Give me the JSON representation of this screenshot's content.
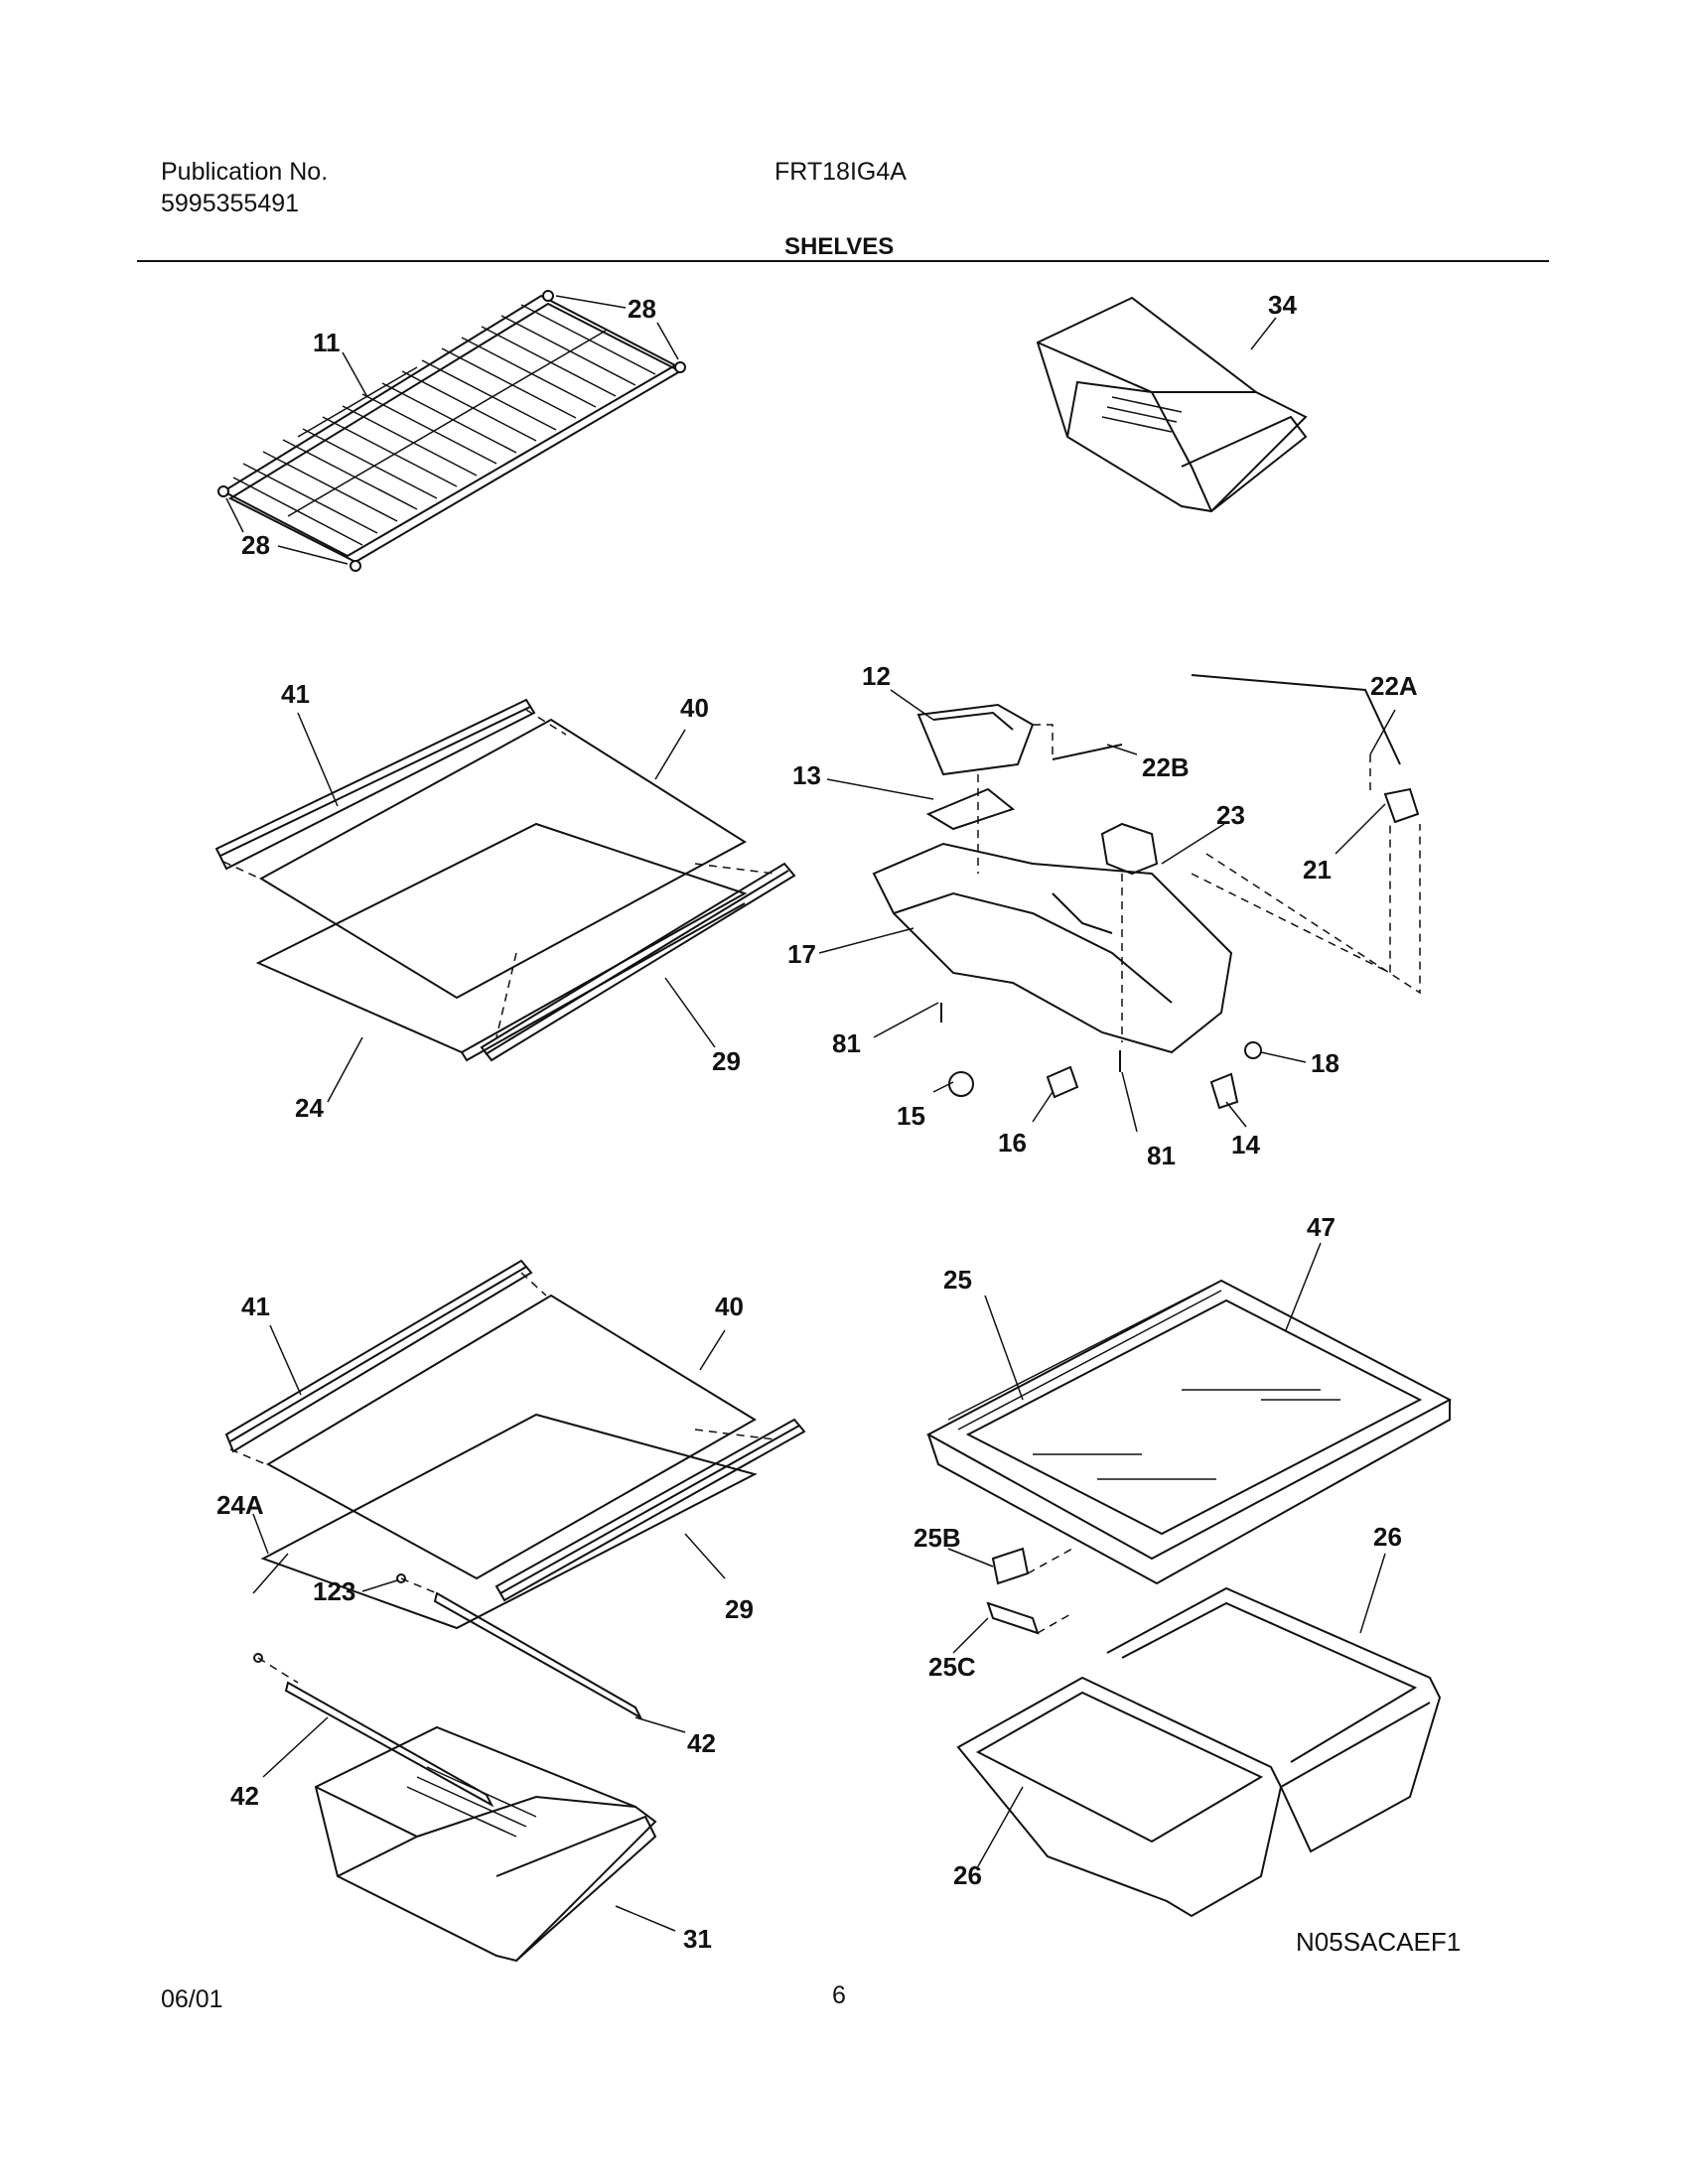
{
  "header": {
    "publication_label": "Publication No.",
    "publication_number": "5995355491",
    "model": "FRT18IG4A",
    "section_title": "SHELVES"
  },
  "callouts": {
    "c11": "11",
    "c28a": "28",
    "c28b": "28",
    "c34": "34",
    "c41a": "41",
    "c40a": "40",
    "c29a": "29",
    "c24": "24",
    "c12": "12",
    "c13": "13",
    "c22A": "22A",
    "c22B": "22B",
    "c23": "23",
    "c21": "21",
    "c17": "17",
    "c81a": "81",
    "c15": "15",
    "c16": "16",
    "c81b": "81",
    "c14": "14",
    "c18": "18",
    "c41b": "41",
    "c40b": "40",
    "c24A": "24A",
    "c123": "123",
    "c29b": "29",
    "c42a": "42",
    "c42b": "42",
    "c31": "31",
    "c47": "47",
    "c25": "25",
    "c25B": "25B",
    "c25C": "25C",
    "c26a": "26",
    "c26b": "26"
  },
  "diagram_code": "N05SACAEF1",
  "footer": {
    "date": "06/01",
    "page": "6"
  }
}
